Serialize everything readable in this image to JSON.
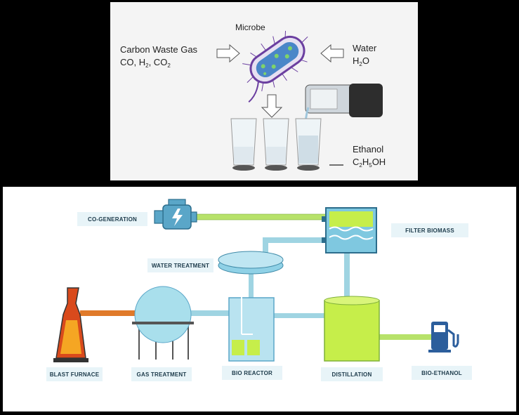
{
  "top_panel": {
    "microbe_label": "Microbe",
    "gas_line1": "Carbon Waste Gas",
    "gas_line2": "CO, H",
    "gas_line2_sub1": "2",
    "gas_line2_mid": ", CO",
    "gas_line2_sub2": "2",
    "water_line1": "Water",
    "water_line2": "H",
    "water_line2_sub": "2",
    "water_line2_end": "O",
    "ethanol_line1": "Ethanol",
    "ethanol_line2": "C",
    "ethanol_sub1": "2",
    "ethanol_mid": "H",
    "ethanol_sub2": "5",
    "ethanol_end": "OH"
  },
  "bottom_panel": {
    "labels": {
      "co_generation": "CO-GENERATION",
      "filter_biomass": "FILTER BIOMASS",
      "water_treatment": "WATER TREATMENT",
      "blast_furnace": "BLAST FURNACE",
      "gas_treatment": "GAS TREATMENT",
      "bio_reactor": "BIO REACTOR",
      "distillation": "DISTILLATION",
      "bio_ethanol": "BIO-ETHANOL"
    }
  },
  "colors": {
    "pipe_blue": "#9fd4e2",
    "pipe_green": "#b7e26a",
    "hot_pipe": "#e07a2a",
    "tank_green": "#c6ee4a",
    "machine_blue": "#5aa6c8",
    "label_bg": "#e8f4f8"
  }
}
